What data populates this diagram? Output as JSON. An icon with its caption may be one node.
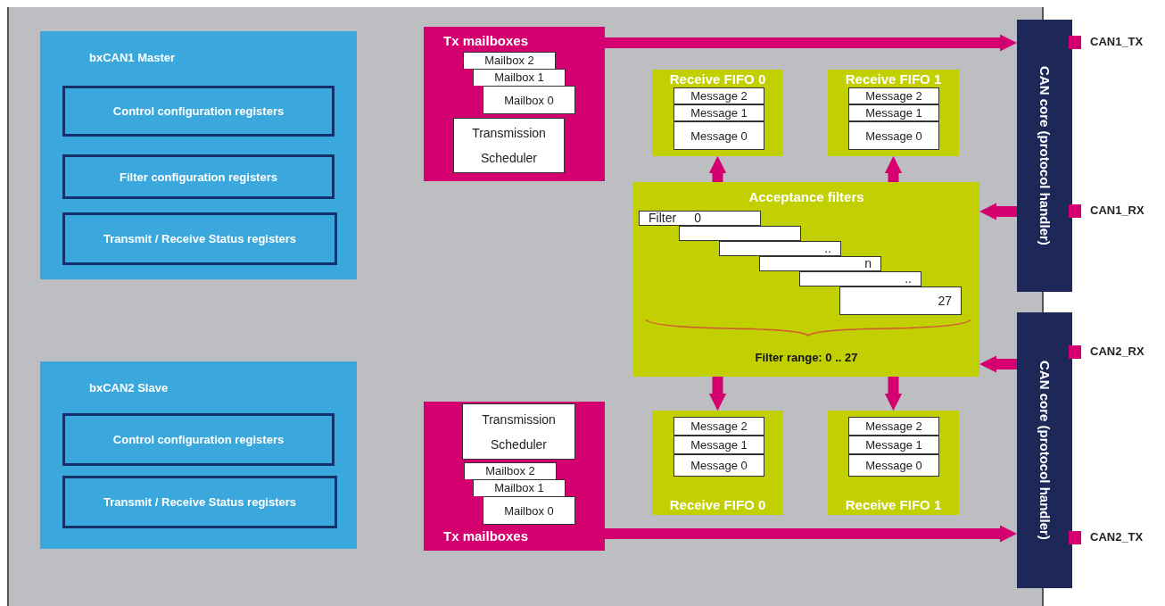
{
  "diagram": {
    "nodes": [
      {
        "text": [
          "bxCAN1 Master"
        ]
      },
      {
        "text": [
          "Control configuration registers"
        ],
        "in": 0
      },
      {
        "text": [
          "Filter configuration registers"
        ],
        "in": 0
      },
      {
        "text": [
          "Transmit / Receive Status registers"
        ],
        "in": 0
      },
      {
        "text": [
          "bxCAN2 Slave"
        ]
      },
      {
        "text": [
          "Control configuration registers"
        ],
        "in": 4
      },
      {
        "text": [
          "Transmit / Receive Status registers"
        ],
        "in": 4
      },
      {
        "text": [
          "Tx mailboxes"
        ]
      },
      {
        "text": [
          "Mailbox 2"
        ],
        "in": 7
      },
      {
        "text": [
          "Mailbox 1"
        ],
        "in": 7
      },
      {
        "text": [
          "Mailbox 0"
        ],
        "in": 7
      },
      {
        "text": [
          "Transmission Scheduler"
        ],
        "in": 7
      },
      {
        "text": [
          "Receive FIFO 0"
        ]
      },
      {
        "text": [
          "Message 2"
        ],
        "in": 12
      },
      {
        "text": [
          "Message 1"
        ],
        "in": 12
      },
      {
        "text": [
          "Message 0"
        ],
        "in": 12
      },
      {
        "text": [
          "Receive FIFO 1"
        ]
      },
      {
        "text": [
          "Message 2"
        ],
        "in": 16
      },
      {
        "text": [
          "Message 1"
        ],
        "in": 16
      },
      {
        "text": [
          "Message 0"
        ],
        "in": 16
      },
      {
        "text": [
          "Acceptance filters",
          "Filter range: 0 .. 27"
        ]
      },
      {
        "text": [
          "Filter",
          "0"
        ],
        "in": 20
      },
      {
        "text": [],
        "shape": "box",
        "in": 20
      },
      {
        "text": [
          ".."
        ],
        "in": 20
      },
      {
        "text": [
          "n"
        ],
        "in": 20
      },
      {
        "text": [
          ".."
        ],
        "in": 20
      },
      {
        "text": [
          "27"
        ],
        "in": 20
      },
      {
        "text": [
          "Receive FIFO 0"
        ]
      },
      {
        "text": [
          "Message 2"
        ],
        "in": 27
      },
      {
        "text": [
          "Message 1"
        ],
        "in": 27
      },
      {
        "text": [
          "Message 0"
        ],
        "in": 27
      },
      {
        "text": [
          "Receive FIFO 1"
        ]
      },
      {
        "text": [
          "Message 2"
        ],
        "in": 31
      },
      {
        "text": [
          "Message 1"
        ],
        "in": 31
      },
      {
        "text": [
          "Message 0"
        ],
        "in": 31
      },
      {
        "text": [
          "Tx mailboxes"
        ]
      },
      {
        "text": [
          "Transmission Scheduler"
        ],
        "in": 35
      },
      {
        "text": [
          "Mailbox 2"
        ],
        "in": 35
      },
      {
        "text": [
          "Mailbox 1"
        ],
        "in": 35
      },
      {
        "text": [
          "Mailbox 0"
        ],
        "in": 35
      },
      {
        "text": [
          "CAN core (protocol handler)"
        ]
      },
      {
        "text": [
          "CAN core (protocol handler)"
        ]
      }
    ],
    "edges": [
      {
        "from": 7,
        "to": 40,
        "arrow": "to"
      },
      {
        "from": 40,
        "to": 20,
        "arrow": "to"
      },
      {
        "from": 41,
        "to": 20,
        "arrow": "to"
      },
      {
        "from": 20,
        "to": 12,
        "arrow": "to"
      },
      {
        "from": 20,
        "to": 16,
        "arrow": "to"
      },
      {
        "from": 20,
        "to": 27,
        "arrow": "to"
      },
      {
        "from": 20,
        "to": 31,
        "arrow": "to"
      },
      {
        "from": 35,
        "to": 41,
        "arrow": "to"
      }
    ],
    "labels": [
      "CAN1_TX",
      "CAN1_RX",
      "CAN2_RX",
      "CAN2_TX"
    ]
  }
}
